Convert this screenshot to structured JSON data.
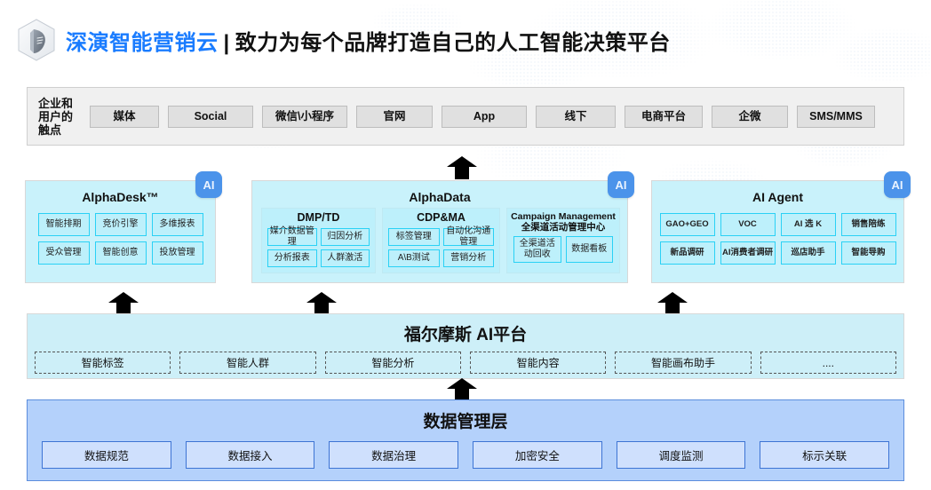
{
  "header": {
    "logo_icon": "hex-cube-logo-icon",
    "brand": "深演智能营销云",
    "separator": "|",
    "tagline": "致力为每个品牌打造自己的人工智能决策平台"
  },
  "colors": {
    "brand_blue": "#1a7cff",
    "panel_cyan": "#c9f2fb",
    "cell_border_cyan": "#2ad1f5",
    "ai_badge_blue": "#4b93ea",
    "platform_band": "#cdeff8",
    "data_layer_band": "#b4d1fb",
    "data_layer_border": "#5b8ddd",
    "touch_band_bg": "#f0f0f0",
    "touch_chip_bg": "#e0e0e0"
  },
  "touchpoints": {
    "label": "企业和用户的触点",
    "items": [
      "媒体",
      "Social",
      "微信\\小程序",
      "官网",
      "App",
      "线下",
      "电商平台",
      "企微",
      "SMS/MMS"
    ]
  },
  "panels": {
    "alphadesk": {
      "title": "AlphaDesk™",
      "badge": "AI",
      "cells": [
        "智能排期",
        "竞价引擎",
        "多维报表",
        "受众管理",
        "智能创意",
        "投放管理"
      ]
    },
    "alphadata": {
      "title": "AlphaData",
      "badge": "AI",
      "groups": [
        {
          "title": "DMP/TD",
          "subtitle": "",
          "cells": [
            "媒介数据管理",
            "归因分析",
            "分析报表",
            "人群激活"
          ]
        },
        {
          "title": "CDP&MA",
          "subtitle": "",
          "cells": [
            "标签管理",
            "自动化沟通管理",
            "A\\B测试",
            "营销分析"
          ]
        },
        {
          "title": "Campaign Management",
          "subtitle": "全渠道活动管理中心",
          "cells": [
            "全渠道活动回收",
            "数据看板"
          ]
        }
      ]
    },
    "aiagent": {
      "title": "AI Agent",
      "badge": "AI",
      "cells": [
        "GAO+GEO",
        "VOC",
        "AI 选 K",
        "销售陪练",
        "新品调研",
        "AI消费者调研",
        "巡店助手",
        "智能导购"
      ]
    }
  },
  "ai_platform": {
    "title": "福尔摩斯 AI平台",
    "items": [
      "智能标签",
      "智能人群",
      "智能分析",
      "智能内容",
      "智能画布助手",
      "...."
    ]
  },
  "data_layer": {
    "title": "数据管理层",
    "items": [
      "数据规范",
      "数据接入",
      "数据治理",
      "加密安全",
      "调度监测",
      "标示关联"
    ]
  },
  "arrows": {
    "icon": "arrow-up-icon",
    "count_to_touchpoints": 1,
    "count_to_middle_row": 3,
    "count_to_platform": 1
  }
}
